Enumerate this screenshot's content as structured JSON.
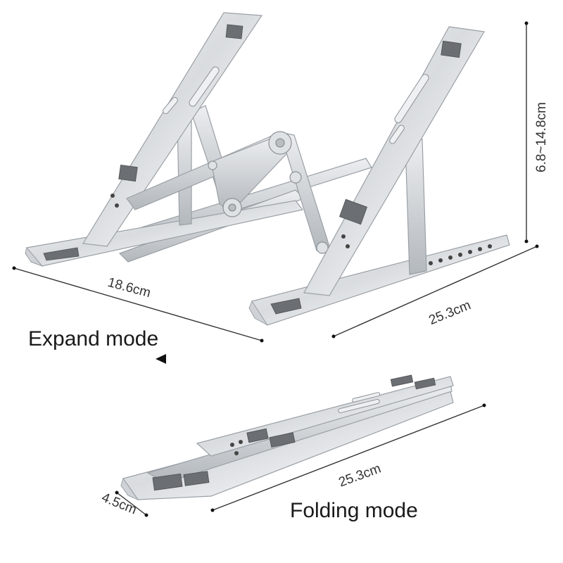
{
  "labels": {
    "expand_mode": "Expand mode",
    "folding_mode": "Folding mode",
    "expand_depth": "18.6cm",
    "expand_width": "25.3cm",
    "expand_height": "6.8~14.8cm",
    "fold_width": "25.3cm",
    "fold_height": "4.5cm"
  }
}
